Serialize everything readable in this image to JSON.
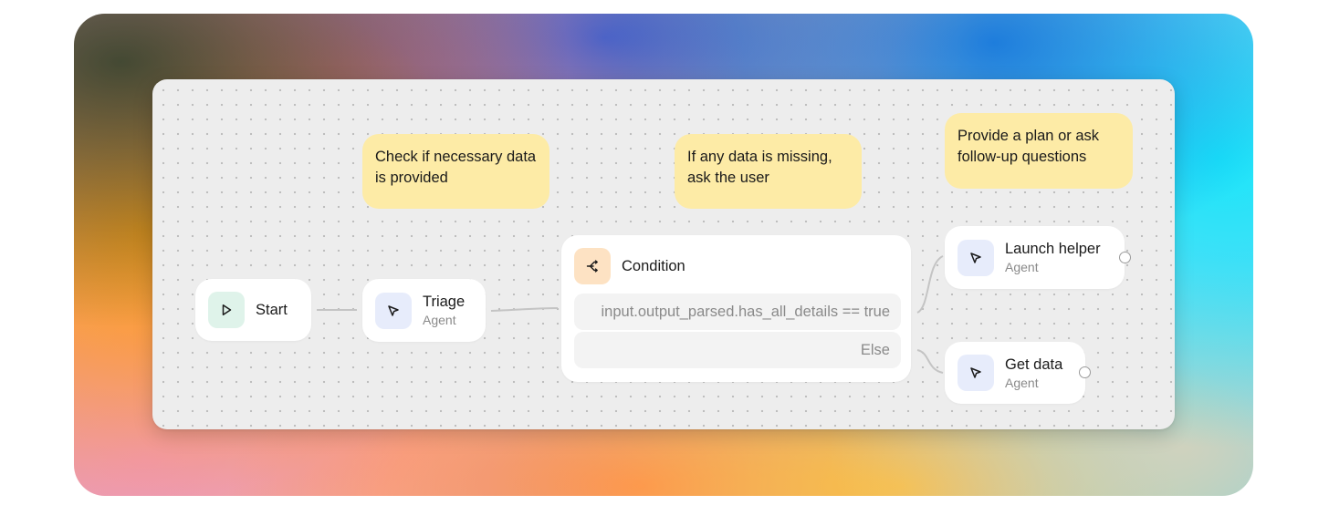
{
  "colors": {
    "canvas_bg": "#ededed",
    "note_bg": "#fdeba6",
    "start_icon_bg": "#dff3ea",
    "agent_icon_bg": "#e7ecfb",
    "condition_icon_bg": "#fde2c3"
  },
  "notes": [
    {
      "text": "Check if necessary data\nis provided"
    },
    {
      "text": "If any data is missing,\nask the user"
    },
    {
      "text": "Provide a plan or ask\nfollow-up questions"
    }
  ],
  "nodes": {
    "start": {
      "title": "Start",
      "icon": "play-icon"
    },
    "triage": {
      "title": "Triage",
      "subtitle": "Agent",
      "icon": "cursor-icon"
    },
    "condition": {
      "title": "Condition",
      "icon": "branch-icon",
      "expression": "input.output_parsed.has_all_details == true",
      "else_label": "Else"
    },
    "launch_helper": {
      "title": "Launch helper",
      "subtitle": "Agent",
      "icon": "cursor-icon"
    },
    "get_data": {
      "title": "Get data",
      "subtitle": "Agent",
      "icon": "cursor-icon"
    }
  }
}
